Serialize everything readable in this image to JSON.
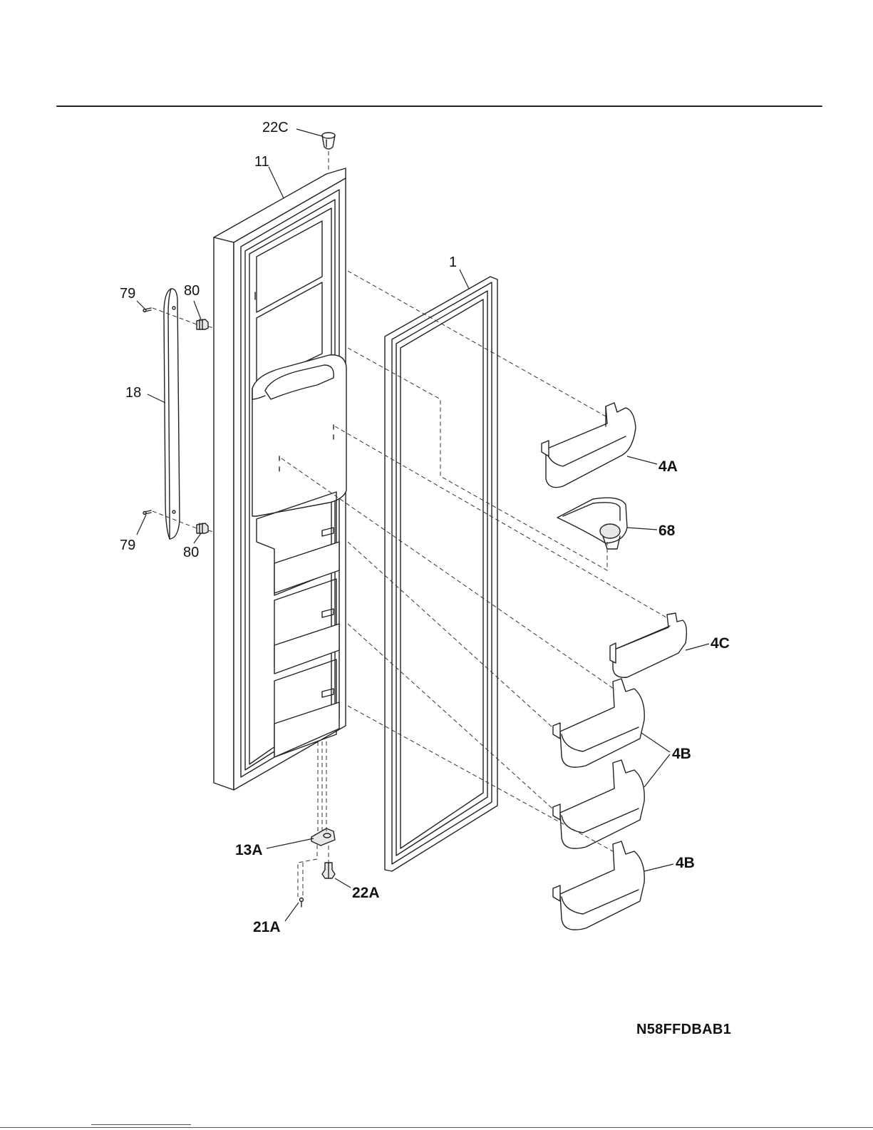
{
  "labels": {
    "22C": "22C",
    "11": "11",
    "1": "1",
    "79_top": "79",
    "80_top": "80",
    "18": "18",
    "79_bottom": "79",
    "80_bottom": "80",
    "4A": "4A",
    "68": "68",
    "4C": "4C",
    "4B_mid": "4B",
    "4B_low": "4B",
    "13A": "13A",
    "22A": "22A",
    "21A": "21A"
  },
  "model_code": "N58FFDBAB1",
  "colors": {
    "line": "#222222",
    "fill": "#ffffff",
    "shade": "#e8e8e8",
    "link": "#2c4bd4"
  }
}
